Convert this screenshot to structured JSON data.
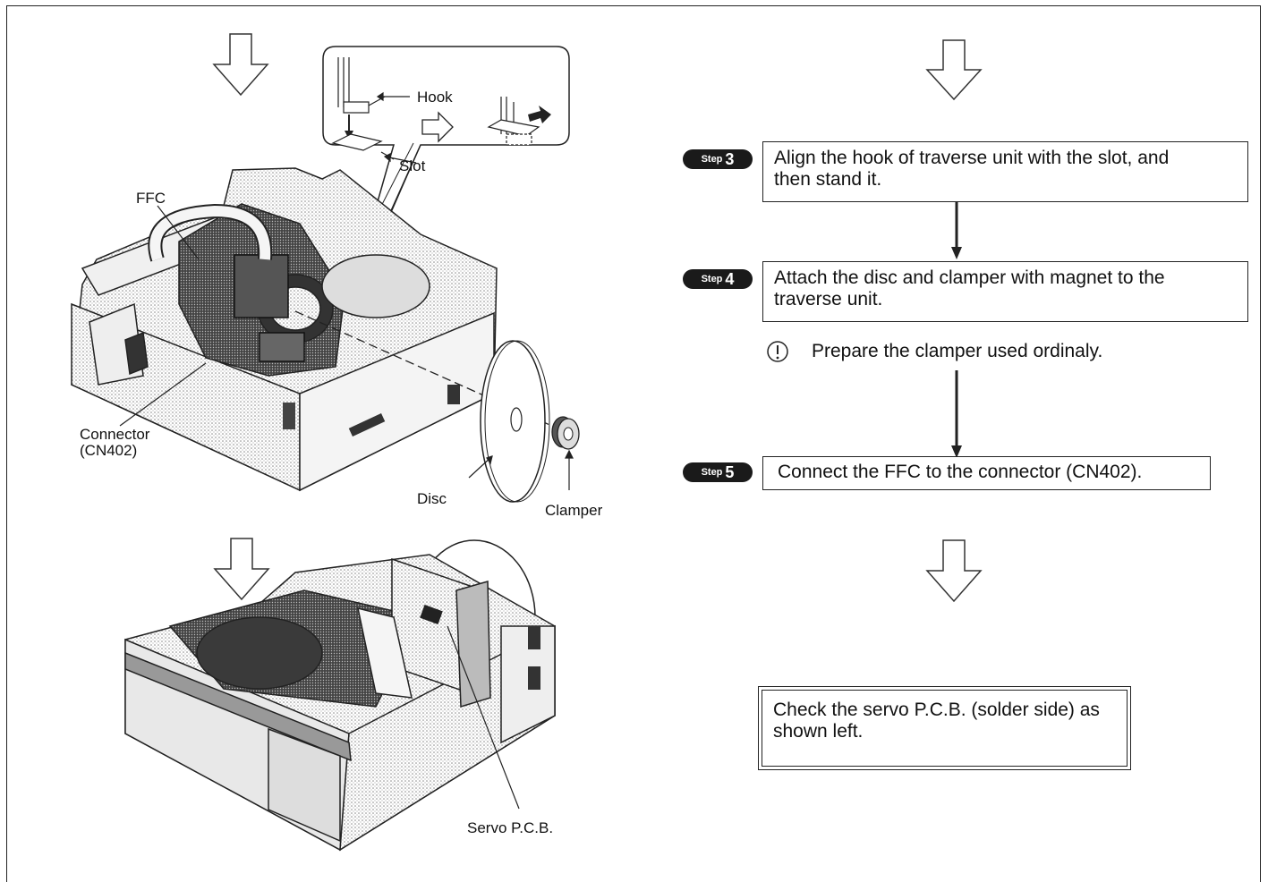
{
  "illustration_top": {
    "callout": {
      "hook": "Hook",
      "slot": "Slot"
    },
    "labels": {
      "ffc": "FFC",
      "connector_1": "Connector",
      "connector_2": "(CN402)",
      "disc": "Disc",
      "clamper": "Clamper"
    }
  },
  "illustration_bottom": {
    "labels": {
      "servo_pcb": "Servo P.C.B."
    }
  },
  "steps": [
    {
      "word": "Step",
      "number": "3",
      "text_1": "Align the hook of traverse unit with the slot, and",
      "text_2": "then stand it."
    },
    {
      "word": "Step",
      "number": "4",
      "text_1": "Attach the disc and clamper with magnet to the",
      "text_2": "traverse unit."
    },
    {
      "word": "Step",
      "number": "5",
      "text_1": "Connect the FFC to the connector (CN402)."
    }
  ],
  "caution": {
    "icon": "caution-icon",
    "text": "Prepare the clamper used ordinaly."
  },
  "check_box": {
    "text_1": "Check the servo P.C.B. (solder side) as",
    "text_2": "shown left."
  }
}
